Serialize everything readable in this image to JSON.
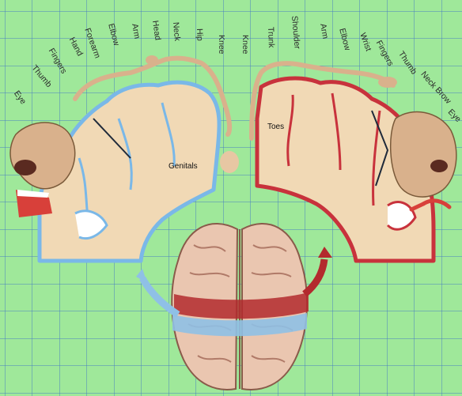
{
  "colors": {
    "background": "#9fe89a",
    "grid": "#4a7fc0",
    "cortex": "#f1d9b5",
    "sensory_border": "#7ab8e8",
    "motor_border": "#c8323c",
    "sensory_arrow": "#8fc0e6",
    "motor_arrow": "#b32a2e"
  },
  "sensory": {
    "labels": [
      "Eye",
      "Thumb",
      "Fingers",
      "Hand",
      "Forearm",
      "Elbow",
      "Arm",
      "Head",
      "Neck",
      "Hip",
      "Knee"
    ],
    "inner_label": "Genitals"
  },
  "motor": {
    "labels": [
      "Knee",
      "Trunk",
      "Shoulder",
      "Arm",
      "Elbow",
      "Wrist",
      "Fingers",
      "Thumb",
      "Neck",
      "Brow",
      "Eye"
    ],
    "inner_label": "Toes"
  }
}
